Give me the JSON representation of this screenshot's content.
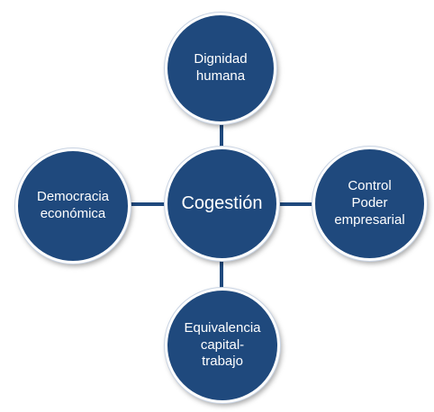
{
  "diagram": {
    "colors": {
      "node_fill": "#1f497d",
      "connector": "#1f497d",
      "node_text": "#ffffff"
    },
    "center": {
      "label": "Cogestión"
    },
    "top": {
      "lines": [
        "Dignidad",
        "humana"
      ]
    },
    "left": {
      "lines": [
        "Democracia",
        "económica"
      ]
    },
    "right": {
      "lines": [
        "Control",
        "Poder",
        "empresarial"
      ]
    },
    "bottom": {
      "lines": [
        "Equivalencia",
        "capital-",
        "trabajo"
      ]
    }
  }
}
